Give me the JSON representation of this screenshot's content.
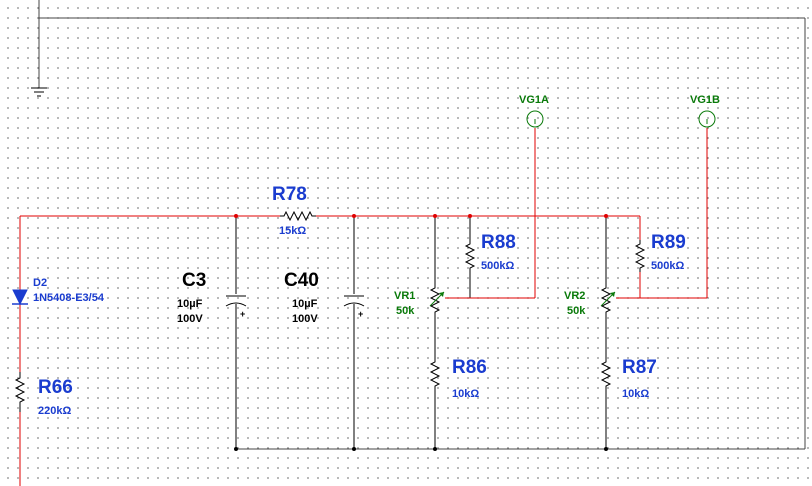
{
  "colors": {
    "net": "#e00000",
    "component": "#000000",
    "label_blue": "#1a3ccf",
    "label_green": "#0a7a0a"
  },
  "components": {
    "R78": {
      "ref": "R78",
      "value": "15kΩ"
    },
    "R88": {
      "ref": "R88",
      "value": "500kΩ"
    },
    "R89": {
      "ref": "R89",
      "value": "500kΩ"
    },
    "R86": {
      "ref": "R86",
      "value": "10kΩ"
    },
    "R87": {
      "ref": "R87",
      "value": "10kΩ"
    },
    "R66": {
      "ref": "R66",
      "value": "220kΩ"
    },
    "D2": {
      "ref": "D2",
      "value": "1N5408-E3/54"
    },
    "C3": {
      "ref": "C3",
      "value": "10µF",
      "voltage": "100V"
    },
    "C40": {
      "ref": "C40",
      "value": "10µF",
      "voltage": "100V"
    },
    "VR1": {
      "ref": "VR1",
      "value": "50k"
    },
    "VR2": {
      "ref": "VR2",
      "value": "50k"
    },
    "VG1A": {
      "ref": "VG1A"
    },
    "VG1B": {
      "ref": "VG1B"
    }
  },
  "polarity_mark": "+"
}
